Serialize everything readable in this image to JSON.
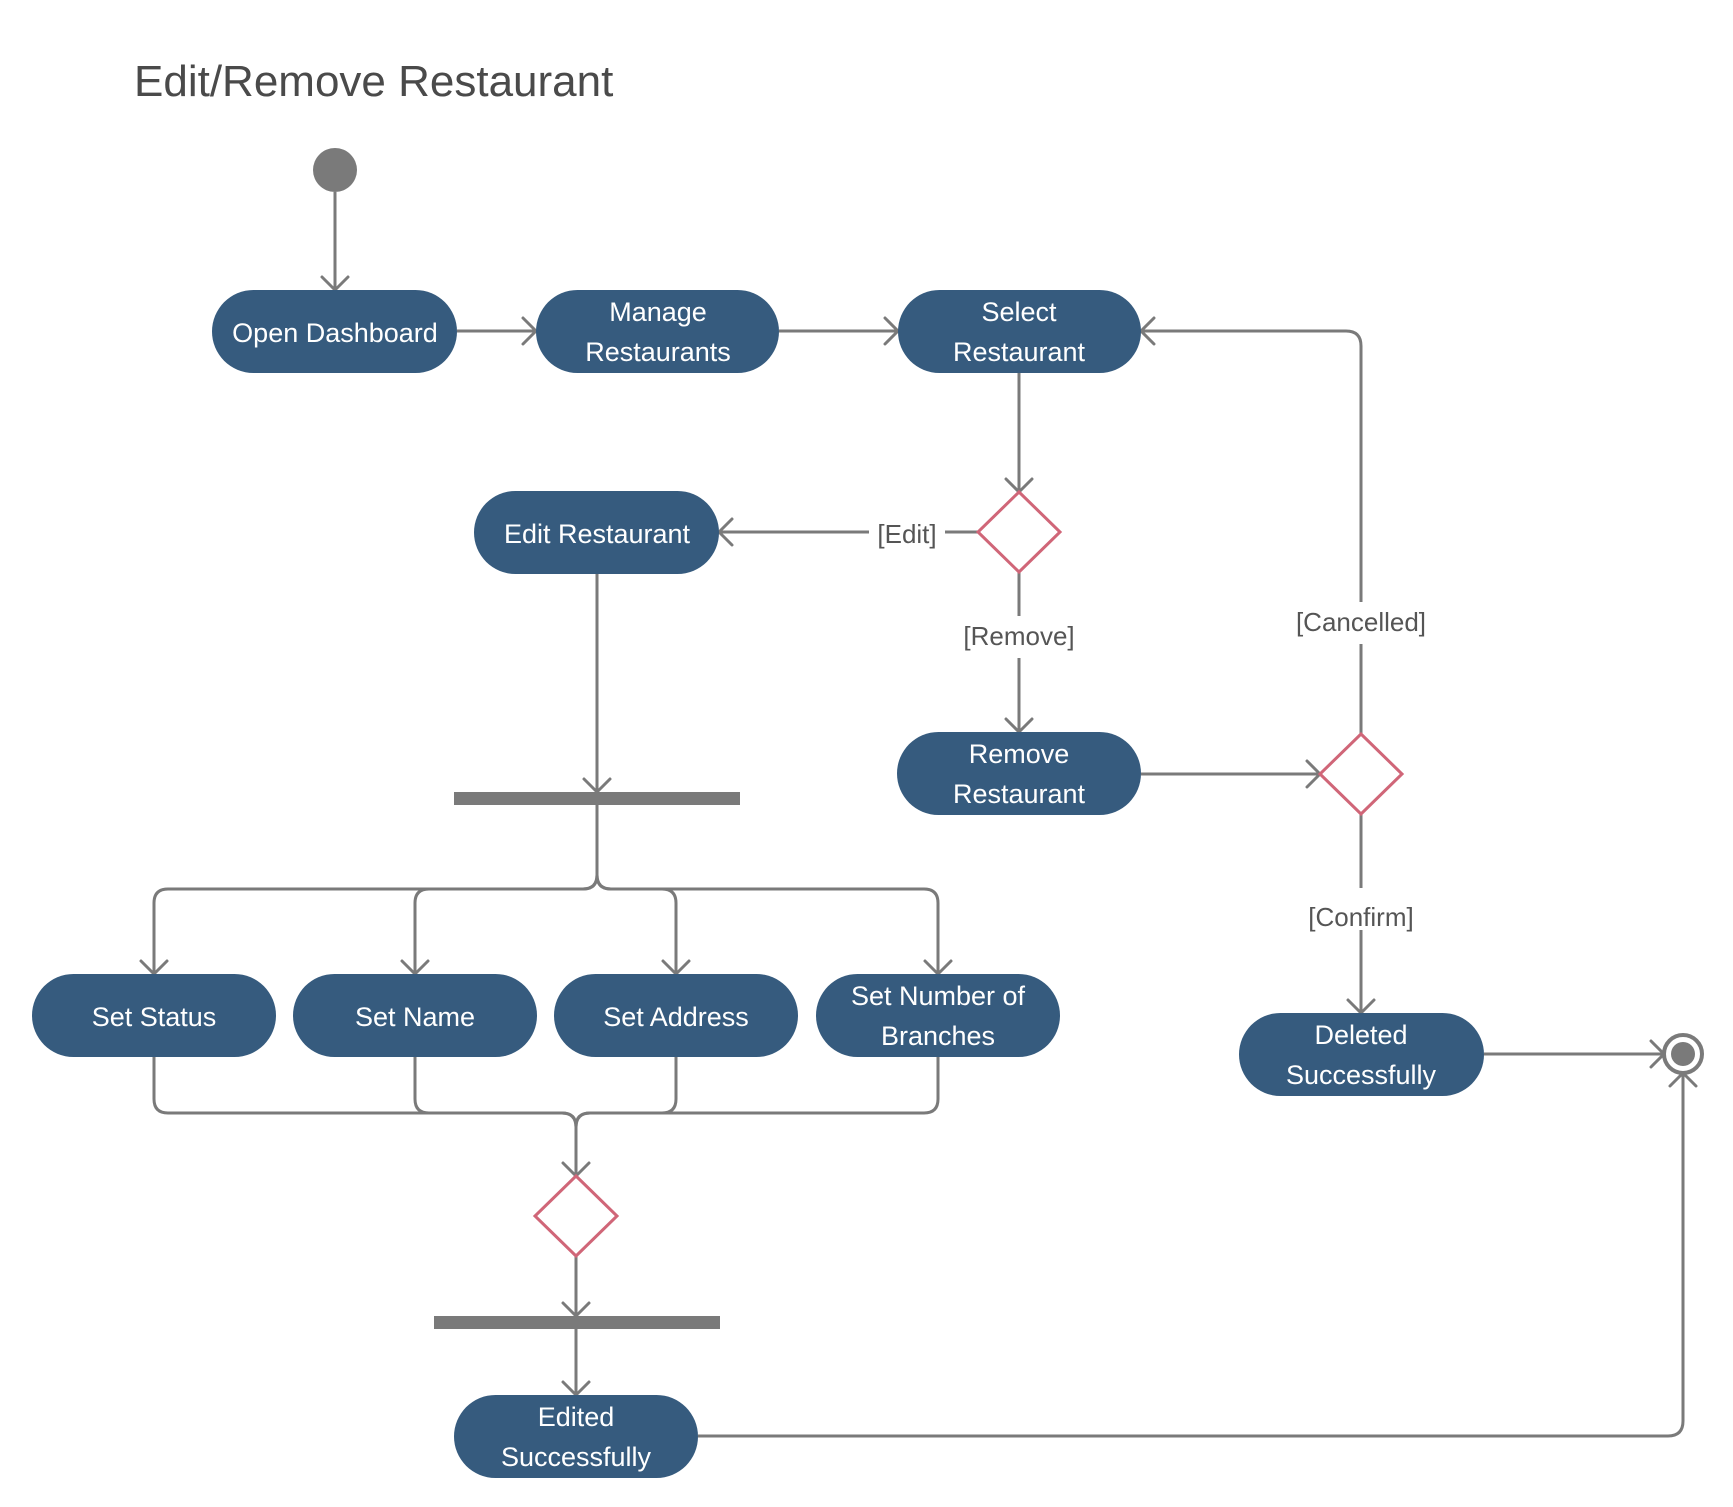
{
  "title": "Edit/Remove Restaurant",
  "colors": {
    "action_fill": "#365b7e",
    "action_text": "#ffffff",
    "line": "#7a7a7a",
    "decision_stroke": "#d06678",
    "bar": "#7a7a7a",
    "guard_text": "#555555"
  },
  "actions": {
    "open_dashboard": [
      "Open Dashboard"
    ],
    "manage_restaurants": [
      "Manage",
      "Restaurants"
    ],
    "select_restaurant": [
      "Select",
      "Restaurant"
    ],
    "edit_restaurant": [
      "Edit Restaurant"
    ],
    "remove_restaurant": [
      "Remove",
      "Restaurant"
    ],
    "set_status": [
      "Set Status"
    ],
    "set_name": [
      "Set Name"
    ],
    "set_address": [
      "Set Address"
    ],
    "set_branches": [
      "Set Number of",
      "Branches"
    ],
    "deleted_successfully": [
      "Deleted",
      "Successfully"
    ],
    "edited_successfully": [
      "Edited",
      "Successfully"
    ]
  },
  "guards": {
    "edit": "[Edit]",
    "remove": "[Remove]",
    "cancelled": "[Cancelled]",
    "confirm": "[Confirm]"
  }
}
